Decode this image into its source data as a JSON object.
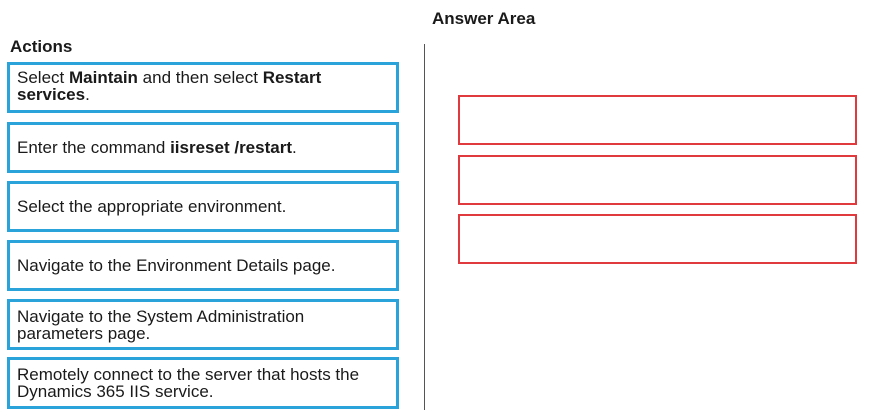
{
  "answer_area": {
    "title": "Answer Area"
  },
  "actions": {
    "title": "Actions",
    "items": [
      {
        "segments": [
          {
            "text": "Select ",
            "bold": false
          },
          {
            "text": "Maintain",
            "bold": true
          },
          {
            "text": " and then select ",
            "bold": false
          },
          {
            "text": "Restart services",
            "bold": true
          },
          {
            "text": ".",
            "bold": false
          }
        ]
      },
      {
        "segments": [
          {
            "text": "Enter the command ",
            "bold": false
          },
          {
            "text": "iisreset /restart",
            "bold": true
          },
          {
            "text": ".",
            "bold": false
          }
        ]
      },
      {
        "segments": [
          {
            "text": "Select the appropriate environment.",
            "bold": false
          }
        ]
      },
      {
        "segments": [
          {
            "text": "Navigate to the Environment Details page.",
            "bold": false
          }
        ]
      },
      {
        "segments": [
          {
            "text": "Navigate to the System Administration parameters page.",
            "bold": false
          }
        ]
      },
      {
        "segments": [
          {
            "text": "Remotely connect to the server that hosts the Dynamics 365 IIS service.",
            "bold": false
          }
        ]
      }
    ]
  },
  "colors": {
    "action_border": "#29a3d9",
    "slot_border": "#e03a3e",
    "divider": "#555555"
  }
}
